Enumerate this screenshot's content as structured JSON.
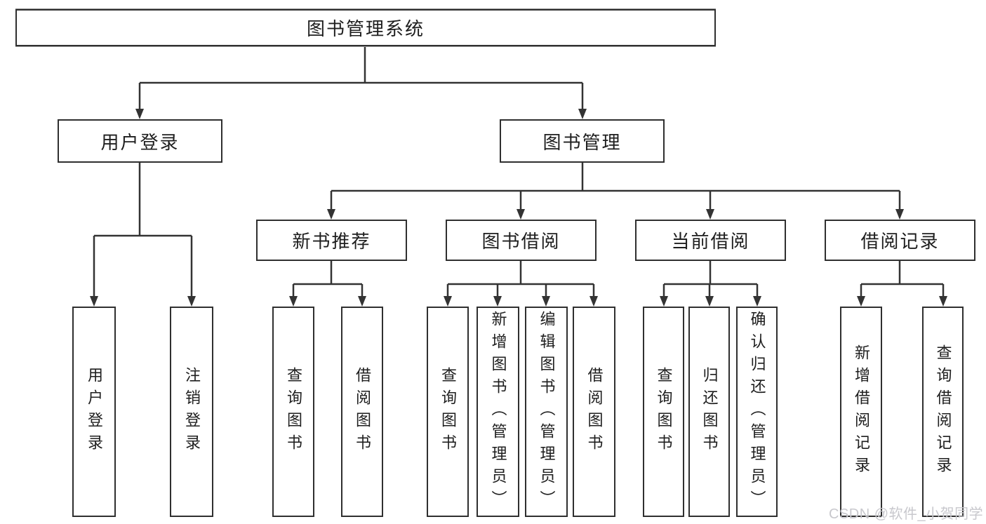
{
  "diagram": {
    "type": "hierarchy-diagram",
    "root": {
      "label": "图书管理系统"
    },
    "level2": {
      "user_login": "用户登录",
      "book_management": "图书管理"
    },
    "level3": {
      "new_book_recommend": "新书推荐",
      "book_borrowing": "图书借阅",
      "current_borrowing": "当前借阅",
      "borrowing_records": "借阅记录"
    },
    "leaves": {
      "user_login": [
        "用户登录",
        "注销登录"
      ],
      "new_book_recommend": [
        "查询图书",
        "借阅图书"
      ],
      "book_borrowing": [
        "查询图书",
        "新增图书（管理员）",
        "编辑图书（管理员）",
        "借阅图书"
      ],
      "current_borrowing": [
        "查询图书",
        "归还图书",
        "确认归还（管理员）"
      ],
      "borrowing_records": [
        "新增借阅记录",
        "查询借阅记录"
      ]
    },
    "watermark": "CSDN @软件_小贺同学",
    "colors": {
      "line": "#333333",
      "box_border": "#2f2f2f",
      "text": "#1e1e1e",
      "watermark": "#c8c8cd",
      "background": "#ffffff"
    }
  }
}
